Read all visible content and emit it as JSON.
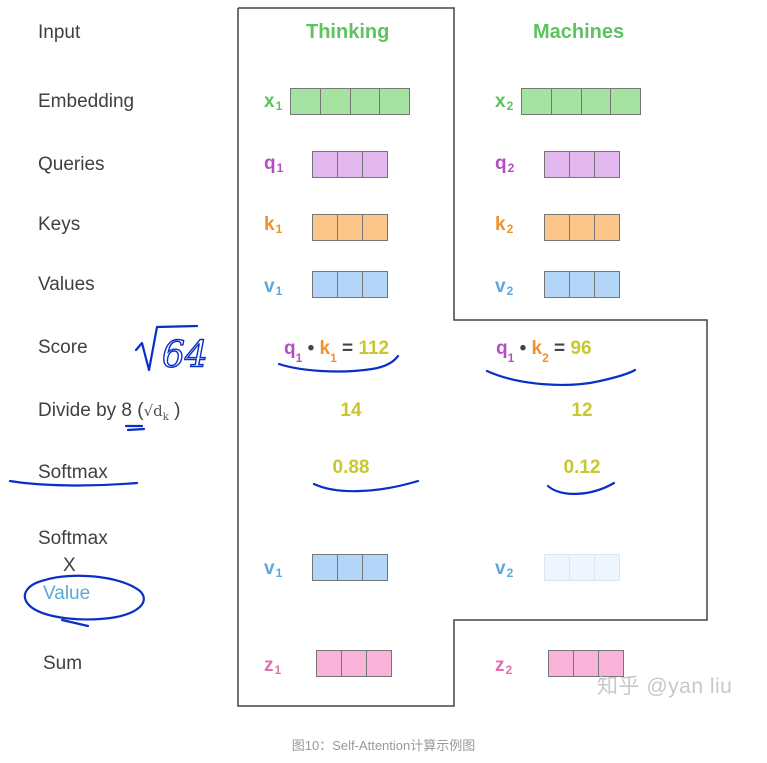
{
  "rows": {
    "input": "Input",
    "embedding": "Embedding",
    "queries": "Queries",
    "keys": "Keys",
    "values": "Values",
    "score": "Score",
    "divide_prefix": "Divide by ",
    "divide_num": "8",
    "divide_open": " (",
    "divide_sqrt": "√d",
    "divide_sqrt_sub": "k",
    "divide_close": " )",
    "softmax": "Softmax",
    "softmax_x_value_1": "Softmax",
    "softmax_x_value_2": "X",
    "softmax_x_value_3": "Value",
    "sum": "Sum"
  },
  "tokens": [
    {
      "word": "Thinking",
      "x": "x",
      "x_sub": "1",
      "q": "q",
      "q_sub": "1",
      "k": "k",
      "k_sub": "1",
      "v": "v",
      "v_sub": "1",
      "score_q": "q",
      "score_q_sub": "1",
      "score_dot": " • ",
      "score_k": "k",
      "score_k_sub": "1",
      "score_eq": " = ",
      "score_val": "112",
      "divided": "14",
      "softmax": "0.88",
      "wv": "v",
      "wv_sub": "1",
      "z": "z",
      "z_sub": "1"
    },
    {
      "word": "Machines",
      "x": "x",
      "x_sub": "2",
      "q": "q",
      "q_sub": "2",
      "k": "k",
      "k_sub": "2",
      "v": "v",
      "v_sub": "2",
      "score_q": "q",
      "score_q_sub": "1",
      "score_dot": " • ",
      "score_k": "k",
      "score_k_sub": "2",
      "score_eq": " = ",
      "score_val": "96",
      "divided": "12",
      "softmax": "0.12",
      "wv": "v",
      "wv_sub": "2",
      "z": "z",
      "z_sub": "2"
    }
  ],
  "handwritten": {
    "sqrt_text": "64"
  },
  "watermark": "知乎 @yan liu",
  "caption": "图10：Self-Attention计算示例图",
  "colors": {
    "green": "#5cc35f",
    "purple": "#b44fc3",
    "orange": "#f0902e",
    "blue": "#5aa9d8",
    "yellow": "#c8c82e",
    "pink": "#e46fb0",
    "embed_fill": "#a4e3a1",
    "query_fill": "#e3b8ee",
    "key_fill": "#fbc68a",
    "value_fill": "#b3d6f8",
    "value_faded_fill": "#eef5fc",
    "sum_fill": "#f7b3d8",
    "ink": "#0a2fc8"
  }
}
